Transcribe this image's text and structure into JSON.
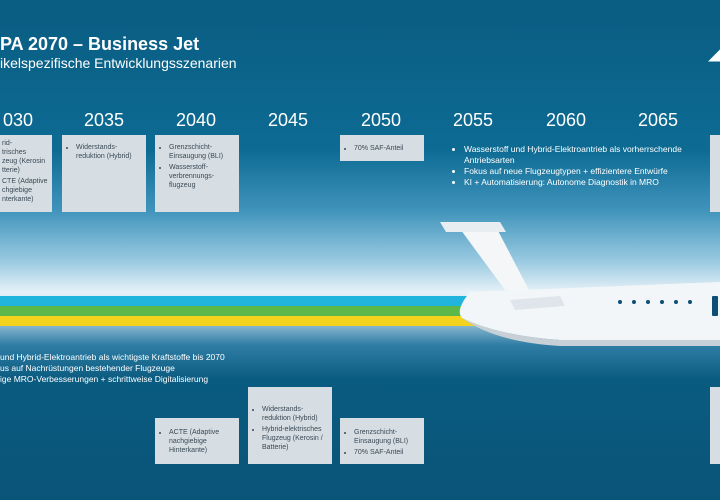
{
  "header": {
    "title": "PA 2070 – Business Jet",
    "subtitle": "ikelspezifische Entwicklungsszenarien"
  },
  "timeline": {
    "years": [
      "030",
      "2035",
      "2040",
      "2045",
      "2050",
      "2055",
      "2060",
      "2065"
    ]
  },
  "top_boxes": [
    {
      "items": [
        "rid-",
        "trisches",
        "zeug (Kerosin",
        "tterie)",
        "CTE (Adaptive",
        "chgiebige",
        "nterkante)"
      ]
    },
    {
      "items": [
        "Widerstands-reduktion (Hybrid)"
      ]
    },
    {
      "items": [
        "Grenzschicht-Einsaugung (BLI)",
        "Wasserstoff-verbrennungs-flugzeug"
      ]
    },
    {
      "items": [
        "70% SAF-Anteil"
      ]
    }
  ],
  "top_bullets": [
    "Wasserstoff und Hybrid-Elektroantrieb als vorherrschende Antriebsarten",
    "Fokus auf neue Flugzeugtypen + effizientere Entwürfe",
    "KI + Automatisierung: Autonome Diagnostik in MRO"
  ],
  "bottom_bullets": [
    "und Hybrid-Elektroantrieb als wichtigste Kraftstoffe bis 2070",
    "us auf Nachrüstungen bestehender Flugzeuge",
    "ige MRO-Verbesserungen + schrittweise Digitalisierung"
  ],
  "bottom_boxes": [
    {
      "items": [
        "ACTE (Adaptive nachgiebige Hinterkante)"
      ]
    },
    {
      "items": [
        "Widerstands-reduktion (Hybrid)",
        "Hybrid-elektrisches Flugzeug (Kerosin / Batterie)"
      ]
    },
    {
      "items": [
        "Grenzschicht-Einsaugung (BLI)",
        "70% SAF-Anteil"
      ]
    }
  ],
  "colors": {
    "stripe_blue": "#21b4dc",
    "stripe_green": "#5cb84a",
    "stripe_yellow": "#f2d21c",
    "box": "#d6dde3"
  }
}
